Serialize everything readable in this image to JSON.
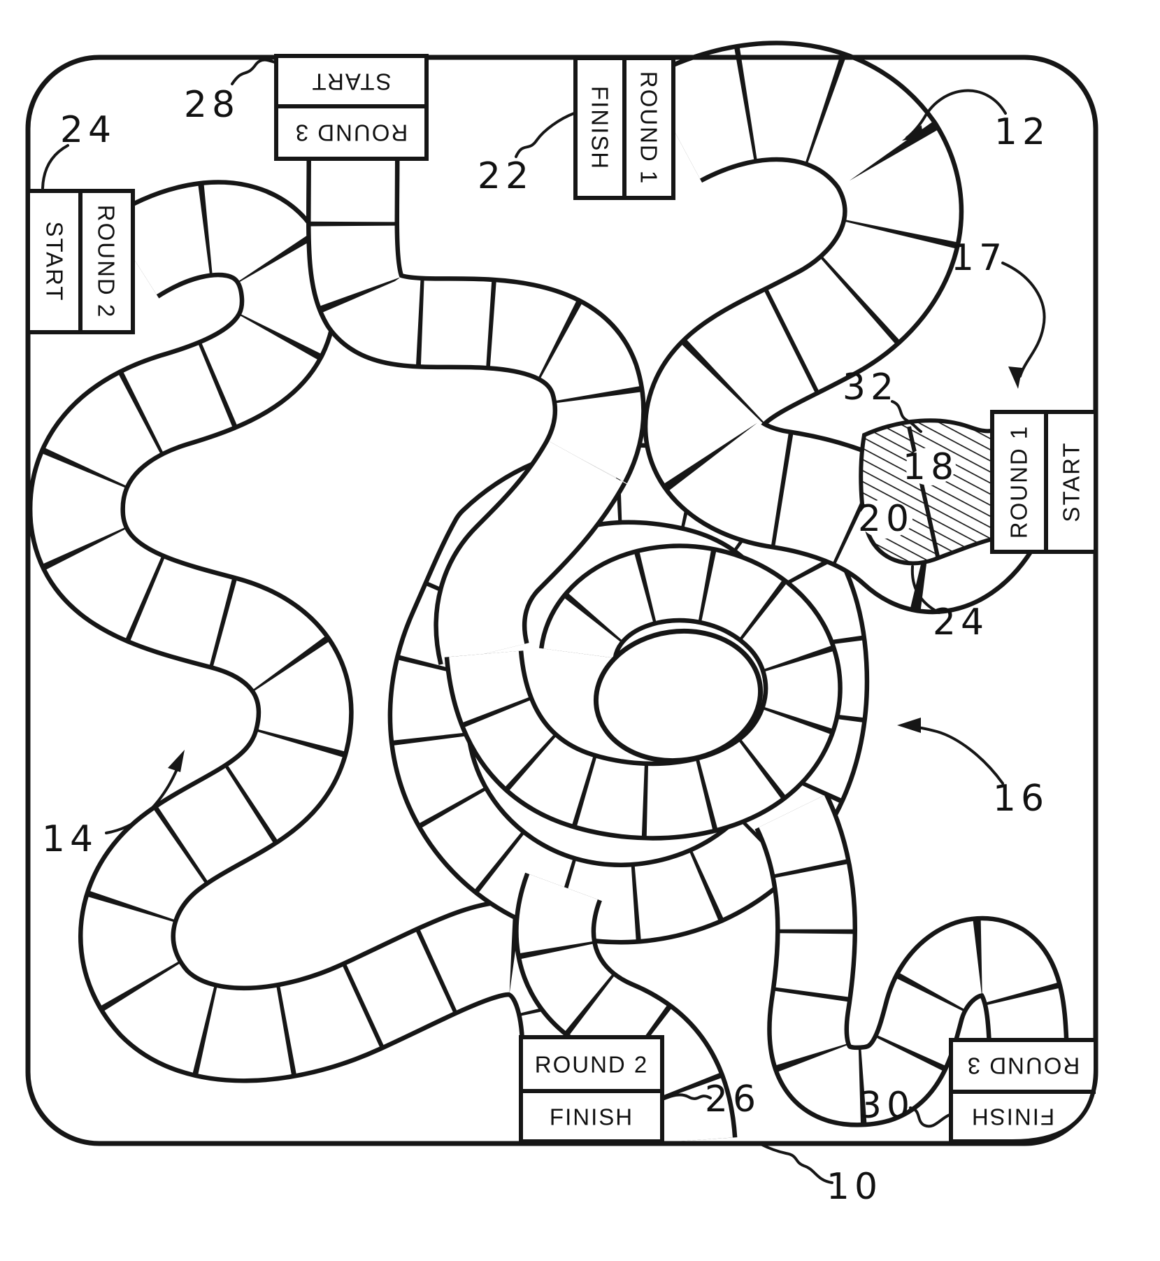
{
  "boxes": {
    "left": {
      "cell1": "START",
      "cell2": "ROUND 2"
    },
    "top": {
      "cell1": "START",
      "cell2": "ROUND 3"
    },
    "top_finish": {
      "cell1": "FINISH",
      "cell2": "ROUND 1"
    },
    "right": {
      "cell1": "ROUND 1",
      "cell2": "START"
    },
    "bottom": {
      "cell1": "ROUND 2",
      "cell2": "FINISH"
    },
    "bottom_right": {
      "cell1": "ROUND 3",
      "cell2": "FINISH"
    }
  },
  "numerals": {
    "board": "10",
    "track_round1": "12",
    "track_round2": "14",
    "spiral": "16",
    "start_right": "17",
    "space18": "18",
    "space20": "20",
    "finish_round1": "22",
    "space24_left": "24",
    "space24_right": "24",
    "finish_round2": "26",
    "start_round3": "28",
    "finish_round3": "30",
    "space32": "32"
  },
  "colors": {
    "ink": "#161616",
    "paper": "#ffffff"
  }
}
